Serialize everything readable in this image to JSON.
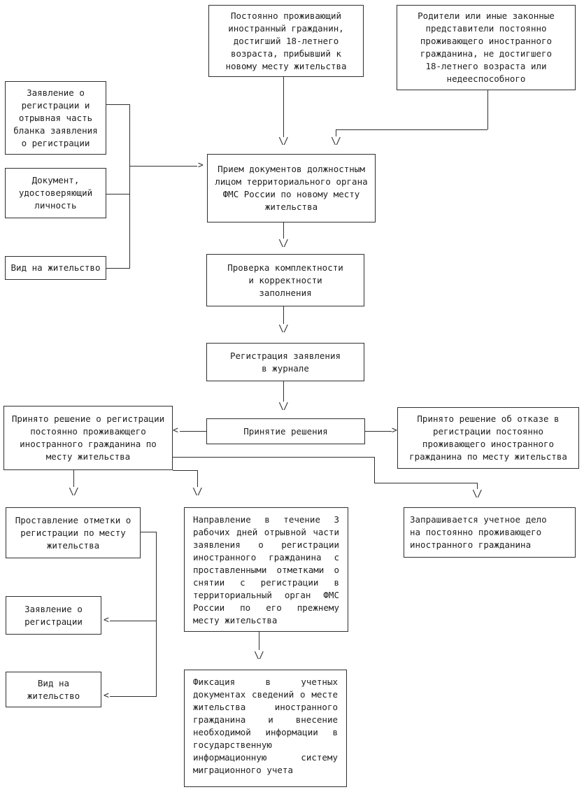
{
  "diagram": {
    "glyphs": {
      "arrow_down": "\\/",
      "arrow_left": "<",
      "arrow_right": ">"
    },
    "colors": {
      "line": "#2f2f2f",
      "text": "#1f1f1f",
      "background": "#ffffff"
    },
    "nodes": {
      "applicant_adult": {
        "label": "Постоянно проживающий\nиностранный гражданин,\nдостигший 18-летнего\nвозраста, прибывший к\nновому месту жительства"
      },
      "representatives": {
        "label": "Родители или иные законные\nпредставители постоянно\nпроживающего иностранного\nгражданина, не достигшего\n18-летнего возраста или\nнедееспособного"
      },
      "doc_application": {
        "label": "Заявление о\nрегистрации и\nотрывная часть\nбланка заявления\nо регистрации"
      },
      "doc_identity": {
        "label": "Документ,\nудостоверяющий\nличность"
      },
      "doc_residence": {
        "label": "Вид на жительство"
      },
      "reception": {
        "label": "Прием документов должностным\nлицом территориального органа\nФМС России по новому месту\nжительства"
      },
      "check": {
        "label": "Проверка комплектности\nи корректности\nзаполнения"
      },
      "journal": {
        "label": "Регистрация заявления\nв журнале"
      },
      "decision": {
        "label": "Принятие решения"
      },
      "decision_register": {
        "label": "Принято решение о регистрации\nпостоянно проживающего\nиностранного гражданина по\nместу жительства"
      },
      "decision_refuse": {
        "label": "Принято решение об отказе в\nрегистрации постоянно\nпроживающего иностранного\nгражданина по месту жительства"
      },
      "mark": {
        "label": "Проставление отметки о\nрегистрации по месту\nжительства"
      },
      "send_tearoff": {
        "label": "Направление в течение 3 рабочих дней отрывной части заявления о регистрации иностранного гражданина с проставленными отметками о снятии с регистрации в территориальный орган ФМС России по его прежнему месту жительства"
      },
      "request_file": {
        "label": "Запрашивается учетное дело\nна постоянно проживающего\nиностранного гражданина"
      },
      "application_form": {
        "label": "Заявление о\nрегистрации"
      },
      "residence_permit": {
        "label": "Вид на\nжительство"
      },
      "fixation": {
        "label": "Фиксация в учетных документах сведений о месте жительства иностранного гражданина и внесение необходимой информации в государственную информационную систему миграционного учета"
      }
    }
  }
}
